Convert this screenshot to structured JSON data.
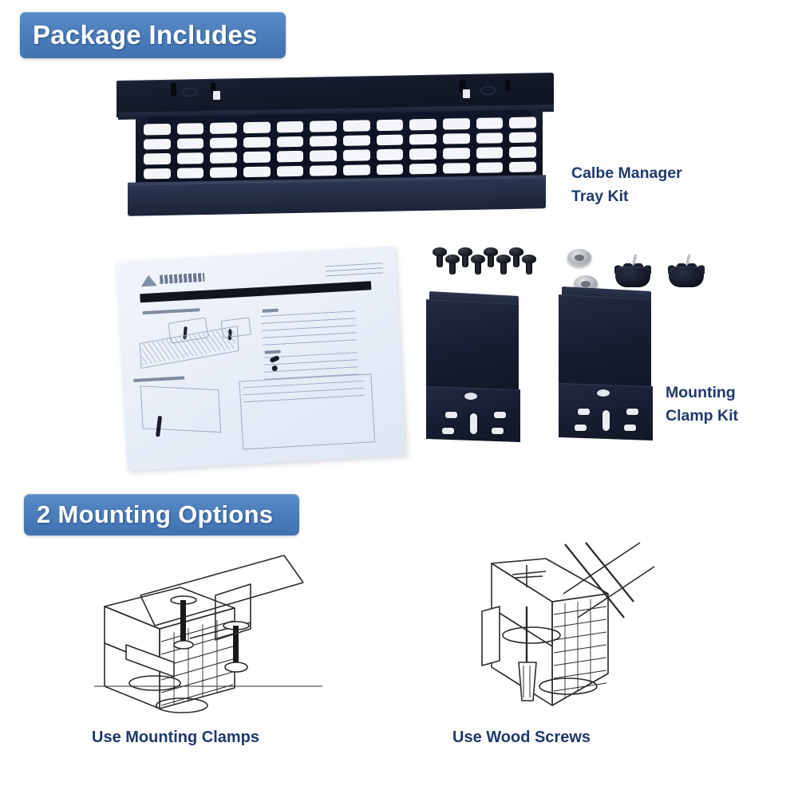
{
  "page": {
    "background_color": "#ffffff",
    "accent_color": "#4a7cba",
    "label_color": "#1f3a6e"
  },
  "sections": {
    "package": {
      "banner_label": "Package Includes",
      "items": [
        {
          "name": "cable-manager-tray-kit",
          "label_line1": "Calbe Manager",
          "label_line2": "Tray Kit",
          "color": "#141a29"
        },
        {
          "name": "mounting-clamp-kit",
          "label_line1": "Mounting",
          "label_line2": "Clamp Kit",
          "color": "#161d31"
        },
        {
          "name": "instruction-manual",
          "label": ""
        }
      ]
    },
    "mounting": {
      "banner_label": "2 Mounting Options",
      "options": [
        {
          "name": "mounting-clamps",
          "caption": "Use Mounting Clamps"
        },
        {
          "name": "wood-screws",
          "caption": "Use Wood Screws"
        }
      ]
    }
  },
  "hardware": {
    "screw_count": 8,
    "washer_count": 2,
    "knob_count": 2
  },
  "tray": {
    "slot_rows": 4,
    "slot_columns": 12
  }
}
